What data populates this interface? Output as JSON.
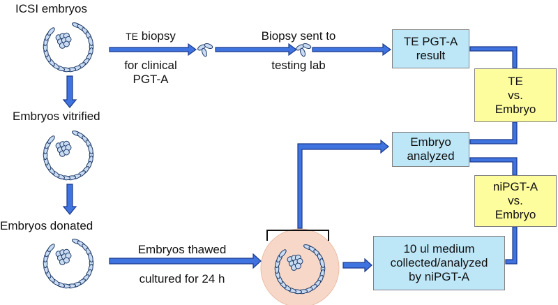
{
  "colors": {
    "arrow_fill": "#3f73e0",
    "arrow_edge": "#1a3a8a",
    "blue_box": "#bde6f7",
    "yellow_box": "#fdfd9e",
    "culture_dish": "#f7d8c8",
    "embryo_outline": "#1f3a66",
    "embryo_cell": "#c9dcf4"
  },
  "embryo_states": {
    "icsi": "ICSI embryos",
    "vitrified": "Embryos vitrified",
    "donated": "Embryos donated"
  },
  "biopsy": {
    "label_top": "TE biopsy",
    "label_bottom_1": "for clinical",
    "label_bottom_2": "PGT-A",
    "sent_1": "Biopsy sent to",
    "sent_2": "testing lab"
  },
  "thaw": {
    "line_1": "Embryos thawed",
    "line_2": "cultured for 24 h"
  },
  "boxes": {
    "te_result": [
      "TE PGT-A",
      "result"
    ],
    "te_vs_embryo": [
      "TE",
      "vs.",
      "Embryo"
    ],
    "embryo_analyzed": [
      "Embryo",
      "analyzed"
    ],
    "nipgta_vs_embryo": [
      "niPGT-A",
      "vs.",
      "Embryo"
    ],
    "medium": [
      "10 ul medium",
      "collected/analyzed",
      "by niPGT-A"
    ]
  },
  "icons": {
    "embryo": "blastocyst-icon",
    "biopsy_sample": "biopsy-cells-icon",
    "culture": "culture-dish-icon",
    "arrow": "arrow-icon"
  }
}
